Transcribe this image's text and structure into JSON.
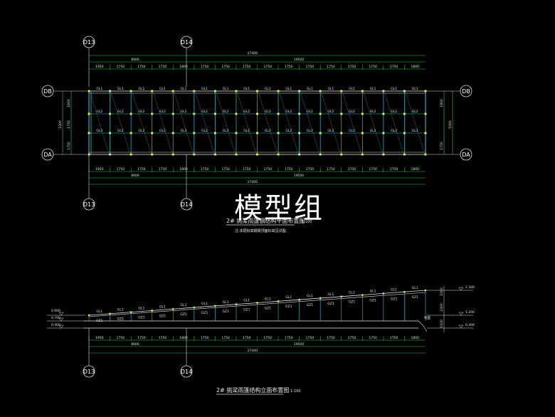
{
  "watermark": "模型组",
  "axes": {
    "a13": "D13",
    "a14": "D14",
    "da": "DA",
    "db": "DB"
  },
  "plan": {
    "title": "2# 挑梁雨篷钢结构平面布置图",
    "scale": "1:100",
    "note": "注:本层标高钢梁顶面标高见详图.",
    "total_dim": "27400",
    "sub_left": "8900",
    "sub_right": "19500",
    "bay_dims": [
      "1950",
      "1750",
      "1750",
      "1750",
      "1800",
      "1750",
      "1750",
      "1750",
      "1750",
      "1750",
      "1750",
      "1750",
      "1750",
      "1750",
      "1750",
      "1800"
    ],
    "depth_dims": [
      "1800",
      "1750",
      "1750"
    ],
    "depth_total": "5300",
    "beam_label": "GL1",
    "beam_label_2": "GL2"
  },
  "elevation": {
    "title": "2# 挑梁雨篷结构立面布置图",
    "scale": "1:100",
    "total_dim": "27400",
    "sub_left": "8900",
    "sub_right": "19500",
    "bay_dims": [
      "1950",
      "1750",
      "1750",
      "1750",
      "1800",
      "1750",
      "1750",
      "1750",
      "1750",
      "1750",
      "1750",
      "1750",
      "1750",
      "1750",
      "1750",
      "1800"
    ],
    "left_levels": [
      "0.900",
      "0.700",
      "0.300"
    ],
    "right_levels": [
      "2.300",
      "1.200",
      "0.300"
    ],
    "right_dims": [
      "1000",
      "2300",
      "1100"
    ],
    "rafter_label": "GL1",
    "column_label": "GZ1",
    "ground_note": "地面"
  }
}
